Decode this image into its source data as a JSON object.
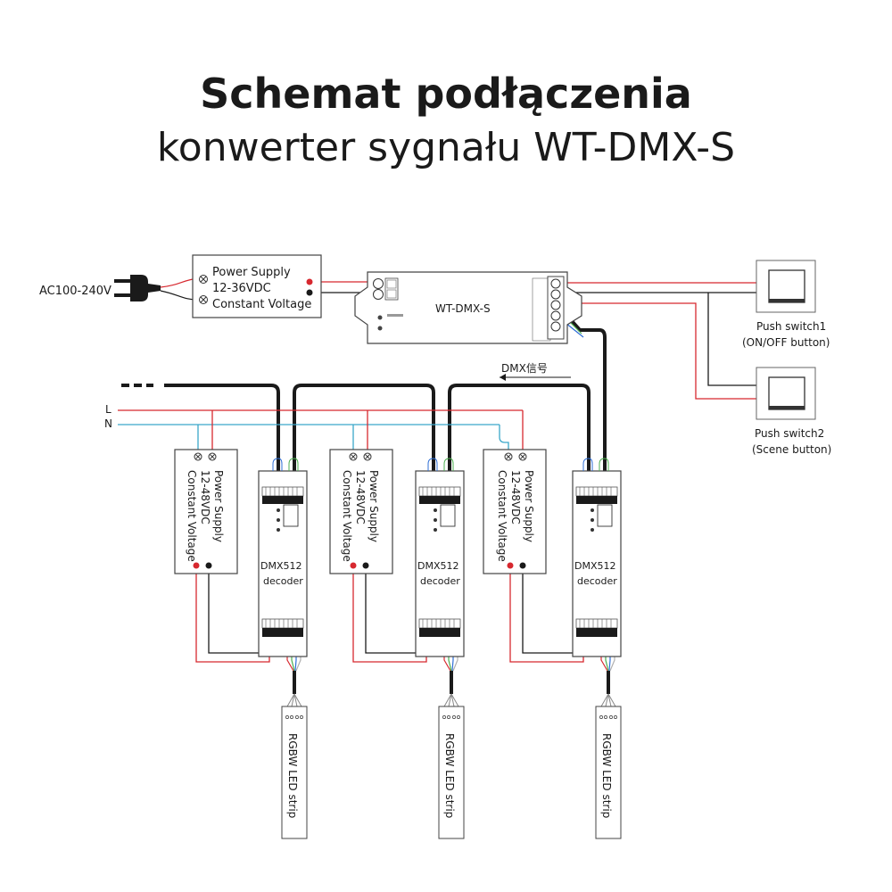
{
  "title": "Schemat podłączenia",
  "subtitle": "konwerter sygnału WT-DMX-S",
  "ac_input_label": "AC100-240V",
  "power_supply_main": {
    "line1": "Power Supply",
    "line2": "12-36VDC",
    "line3": "Constant Voltage"
  },
  "converter": {
    "name": "WT-DMX-S"
  },
  "push_switch_1": {
    "name": "Push switch1",
    "desc": "(ON/OFF button)"
  },
  "push_switch_2": {
    "name": "Push switch2",
    "desc": "(Scene button)"
  },
  "dmx_signal_label": "DMX信号",
  "mains": {
    "live": "L",
    "neutral": "N"
  },
  "power_supply_sub": {
    "line1": "Power Supply",
    "line2": "12-48VDC",
    "line3": "Constant Voltage"
  },
  "decoder": {
    "line1": "DMX512",
    "line2": "decoder"
  },
  "led_strip_label": "RGBW LED strip",
  "colors": {
    "positive_wire": "#d7282f",
    "negative_wire": "#1a1a1a",
    "neutral_wire": "#3aa7c9",
    "rgbw_wires": [
      "#d7282f",
      "#4caf50",
      "#2f6fd6",
      "#b0b0b0"
    ]
  }
}
